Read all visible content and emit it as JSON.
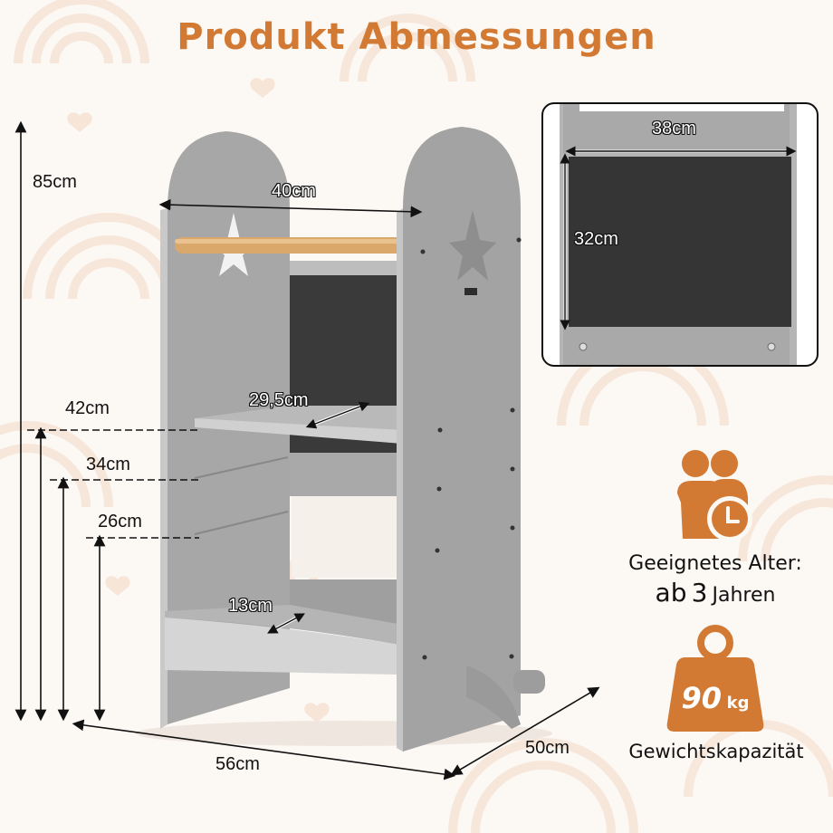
{
  "title": "Produkt Abmessungen",
  "colors": {
    "accent": "#d27a33",
    "background": "#fcf8f4",
    "product_gray": "#a8a8a8",
    "board_dark": "#3a3a3a",
    "wood": "#d9a86a"
  },
  "dimensions": {
    "total_height": "85cm",
    "inner_width": "40cm",
    "platform_depth": "29,5cm",
    "step_depth": "13cm",
    "length": "56cm",
    "depth": "50cm",
    "platform_heights": [
      "42cm",
      "34cm",
      "26cm"
    ]
  },
  "inset": {
    "width_label": "38cm",
    "height_label": "32cm",
    "description": "chalkboard panel"
  },
  "age_info": {
    "icon": "children-clock-icon",
    "label": "Geeignetes Alter:",
    "value_prefix": "ab",
    "value_number": "3",
    "value_suffix": "Jahren"
  },
  "weight_info": {
    "icon": "weight-icon",
    "value": "90",
    "unit": "kg",
    "label": "Gewichtskapazität"
  }
}
